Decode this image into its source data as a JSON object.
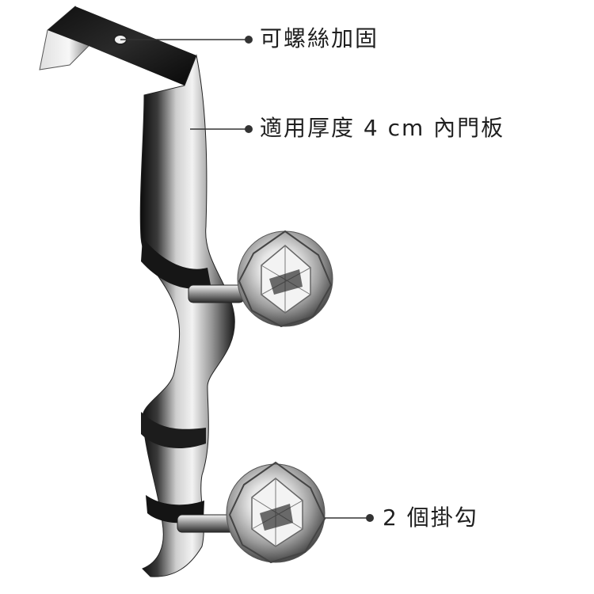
{
  "callouts": {
    "screw_fix": "可螺絲加固",
    "door_fit": "適用厚度 4 cm 內門板",
    "hooks": "2 個掛勾"
  },
  "colors": {
    "background": "#ffffff",
    "text": "#1f1f1f",
    "leader_line": "#333333",
    "metal_dark": "#151515",
    "metal_light": "#e8e8e8",
    "crystal": "#d9d9d9"
  },
  "icons": {
    "product": "over-door-double-hook-icon",
    "knob": "crystal-knob-icon"
  }
}
